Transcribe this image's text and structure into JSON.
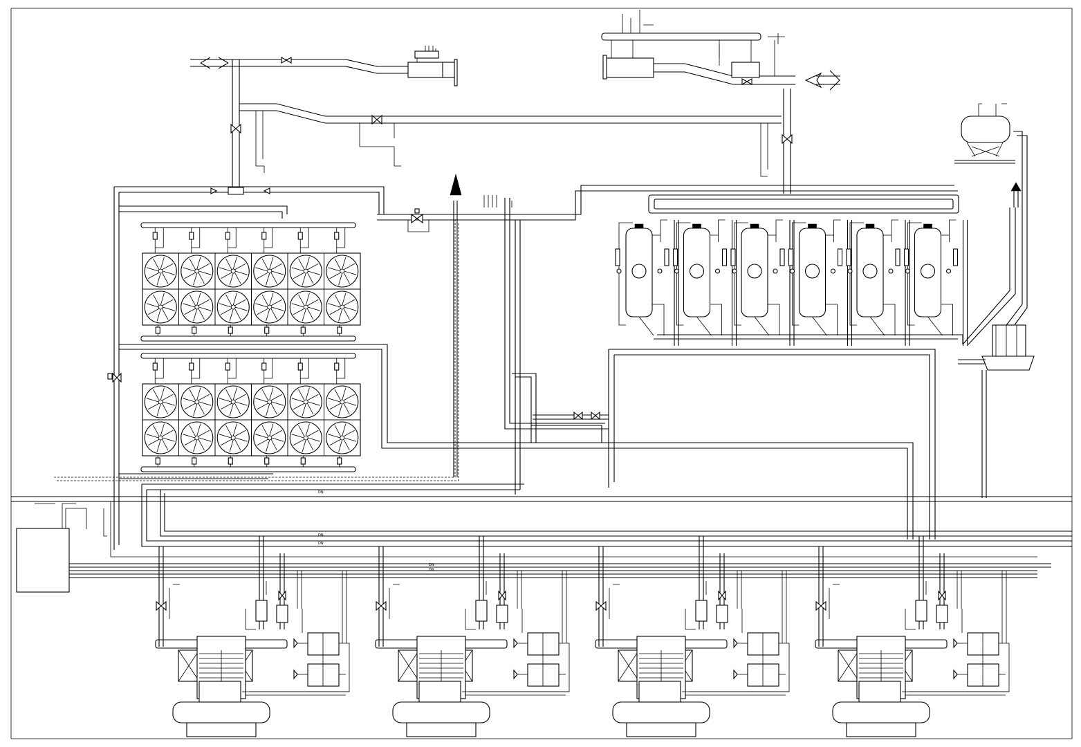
{
  "diagram": {
    "title": "",
    "labels": {
      "main_header_tag_a": "DN",
      "main_header_tag_b": "DN",
      "main_header_tag_c": "DN",
      "main_header_tag_d": "DN",
      "main_header_tag_e": "DN"
    },
    "cooler_banks": [
      {
        "rows": 2,
        "cols": 6
      },
      {
        "rows": 2,
        "cols": 6
      }
    ],
    "vertical_tanks": 6,
    "engines": 4,
    "colors": {
      "line": "#000000",
      "background": "#ffffff"
    }
  }
}
